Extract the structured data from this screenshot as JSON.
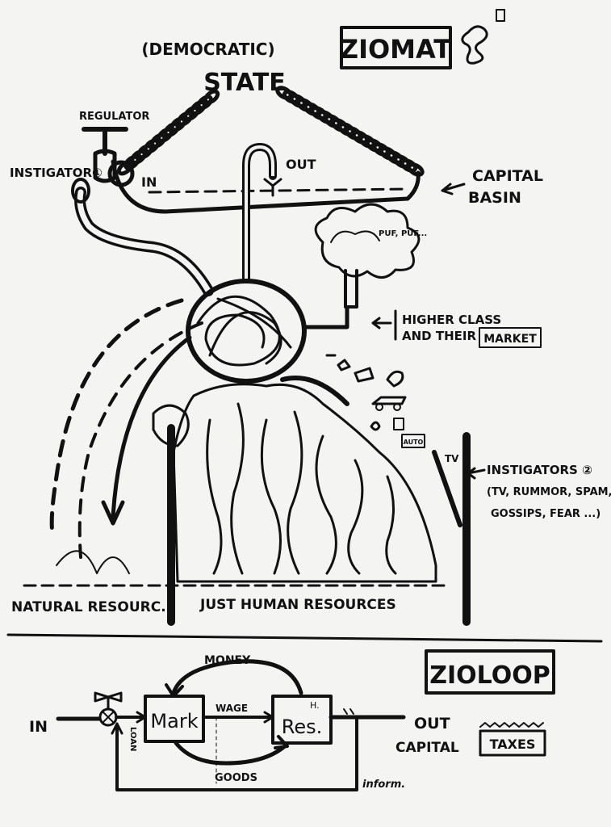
{
  "zoimat": {
    "title": "ZIOMAT",
    "state_label": "STATE",
    "state_qualifier": "(DEMOCRATIC)",
    "regulator": "REGULATOR",
    "instigator_1": "INSTIGATOR①",
    "in_label": "IN",
    "out_label": "OUT",
    "capital": "CAPITAL",
    "basin": "BASIN",
    "puf": "PUF, PUF...",
    "higher_class_line1": "HIGHER CLASS",
    "higher_class_line2": "AND THEIR",
    "market": "MARKET",
    "auto": "AUTO",
    "tv_small": "TV",
    "instigators_2": "INSTIGATORS ②",
    "instigators_2_line1": "(TV, RUMMOR, SPAM,",
    "instigators_2_line2": "GOSSIPS, FEAR ...)",
    "natural_resources": "NATURAL RESOURC.",
    "human_resources": "JUST HUMAN RESOURCES"
  },
  "zioloop": {
    "title": "ZIOLOOP",
    "money": "MONEY",
    "wage": "WAGE",
    "goods": "GOODS",
    "in_label": "IN",
    "out_label": "OUT",
    "capital": "CAPITAL",
    "taxes": "TAXES",
    "inform": "inform.",
    "mark": "Mark",
    "h": "H.",
    "res": "Res.",
    "loan": "LOAN"
  }
}
